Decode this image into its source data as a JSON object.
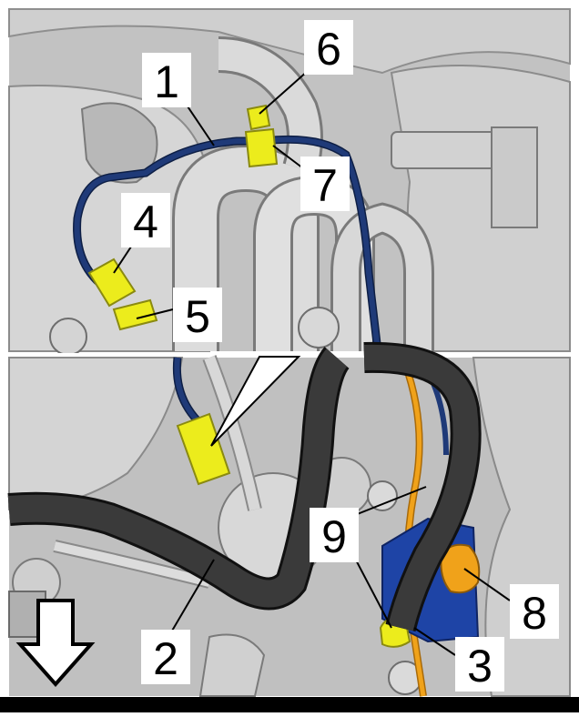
{
  "figure": {
    "callouts": [
      {
        "id": "c1",
        "text": "1"
      },
      {
        "id": "c2",
        "text": "2"
      },
      {
        "id": "c3",
        "text": "3"
      },
      {
        "id": "c4",
        "text": "4"
      },
      {
        "id": "c5",
        "text": "5"
      },
      {
        "id": "c6",
        "text": "6"
      },
      {
        "id": "c7",
        "text": "7"
      },
      {
        "id": "c8",
        "text": "8"
      },
      {
        "id": "c9",
        "text": "9"
      }
    ],
    "colors": {
      "background": "#bfbfbf",
      "component_light": "#d9d9d9",
      "component_mid": "#a8a8a8",
      "component_dark": "#7a7a7a",
      "line_blue": "#1f3a78",
      "hose_black": "#2b2b2b",
      "highlight_yellow": "#ecec1c",
      "highlight_orange": "#f0a21a",
      "bracket_blue": "#1e44a6",
      "divider": "#ffffff"
    },
    "icons": [
      "down-arrow-icon"
    ]
  }
}
